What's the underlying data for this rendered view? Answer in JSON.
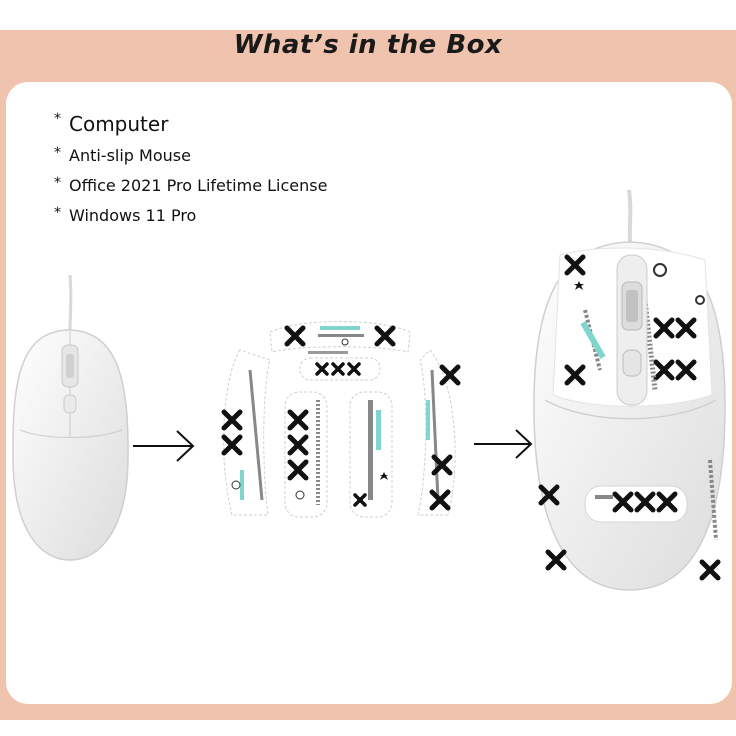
{
  "header": {
    "title": "What’s in the Box"
  },
  "items": [
    {
      "bullet": "*",
      "label": "Computer"
    },
    {
      "bullet": "*",
      "label": "Anti-slip Mouse"
    },
    {
      "bullet": "*",
      "label": "Office 2021 Pro Lifetime License"
    },
    {
      "bullet": "*",
      "label": "Windows 11 Pro"
    }
  ],
  "colors": {
    "frame": "#efc3ae",
    "card": "#ffffff",
    "mouse": "#f2f2f2",
    "accent": "#7fd6cf"
  },
  "icons": [
    "plain-mouse-illustration",
    "arrow-right-icon",
    "grip-tape-stickers",
    "arrow-right-icon",
    "taped-mouse-illustration"
  ]
}
